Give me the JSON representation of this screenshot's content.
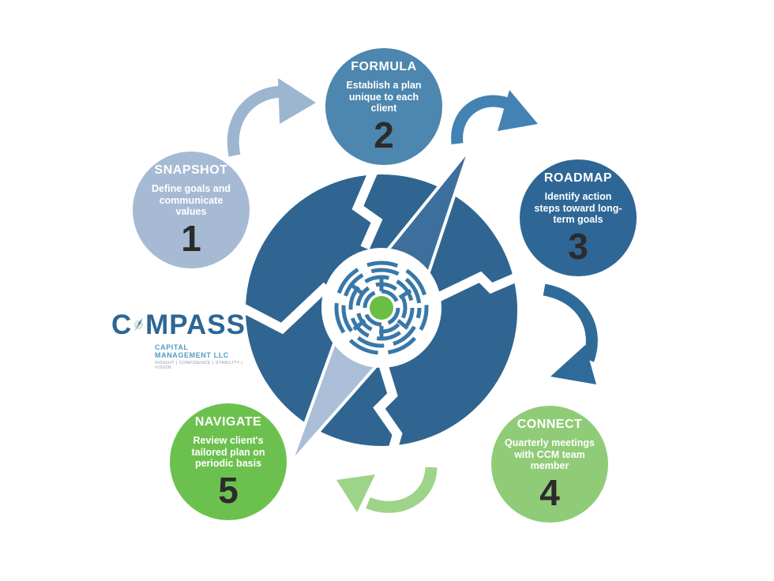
{
  "steps": [
    {
      "number": "1",
      "title": "SNAPSHOT",
      "description": "Define goals and\ncommunicate\nvalues",
      "color": "#a6bad3"
    },
    {
      "number": "2",
      "title": "FORMULA",
      "description": "Establish a plan\nunique to each\nclient",
      "color": "#4d86ae"
    },
    {
      "number": "3",
      "title": "ROADMAP",
      "description": "Identify action\nsteps toward long-\nterm goals",
      "color": "#2e6795"
    },
    {
      "number": "4",
      "title": "CONNECT",
      "description": "Quarterly meetings\nwith CCM team\nmember",
      "color": "#90cc78"
    },
    {
      "number": "5",
      "title": "NAVIGATE",
      "description": "Review client's\ntailored plan on\nperiodic basis",
      "color": "#6cc14e"
    }
  ],
  "logo": {
    "wordmark_c": "C",
    "wordmark_rest": "MPASS",
    "subtitle": "CAPITAL MANAGEMENT LLC",
    "tagline": "INSIGHT  |  CONFIDENCE  |  STABILITY  |  VISION"
  },
  "colors": {
    "hub": "#2f6590",
    "needle_dark": "#3d6f9c",
    "needle_light": "#aabfd7",
    "maze": "#3878a8",
    "center_dot": "#69bf45",
    "arrow_1_2": "#9db6cf",
    "arrow_2_3": "#4382b2",
    "arrow_3_4": "#2e6b99",
    "arrow_4_5": "#9ed489",
    "number_text": "#2b2b2b",
    "logo_blue": "#2d6695",
    "logo_subtitle": "#549ac2",
    "logo_tagline": "#8e9aa8",
    "logo_needle_gray": "#9aa7b5",
    "logo_ring_teal": "#2d8f6f"
  }
}
